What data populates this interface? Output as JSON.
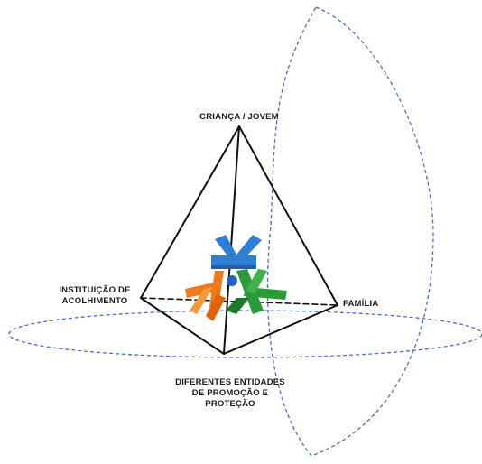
{
  "labels": {
    "top": "CRIANÇA / JOVEM",
    "left": [
      "INSTITUIÇÃO DE",
      "ACOLHIMENTO"
    ],
    "right": "FAMÍLIA",
    "bottom": [
      "DIFERENTES ENTIDADES",
      "DE PROMOÇÃO E",
      "PROTEÇÃO"
    ]
  },
  "colors": {
    "orbit": "#4a6fd0",
    "edges": "#111111",
    "figure_top": "#2f7fd6",
    "figure_left": "#f07a1a",
    "figure_right": "#2a9a3a",
    "figure_center": "#2a5fc2"
  }
}
